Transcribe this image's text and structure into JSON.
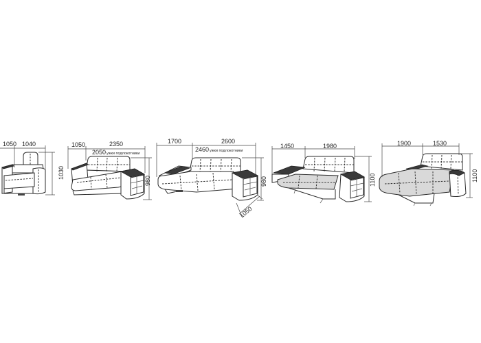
{
  "models": [
    {
      "id": "armchair",
      "dims": {
        "depth": "1050",
        "width": "1040",
        "height": "1030"
      }
    },
    {
      "id": "sofa",
      "dims": {
        "depth": "1050",
        "width": "2350",
        "inner": "2050",
        "inner_note": "ужки подлокотники",
        "height": "980"
      }
    },
    {
      "id": "corner-sofa",
      "dims": {
        "chaise": "1700",
        "width": "2600",
        "inner": "2460",
        "inner_note": "ужки подлокотники",
        "height": "980",
        "depth": "1050"
      }
    },
    {
      "id": "corner-sofa-bed",
      "dims": {
        "bed_left": "1450",
        "bed_right": "1980",
        "height": "1100"
      }
    },
    {
      "id": "sofa-bed",
      "dims": {
        "bed_left": "1900",
        "bed_right": "1530",
        "height": "1100"
      }
    }
  ],
  "colors": {
    "line": "#2a2a2a",
    "bed_fill": "#d9d9d9",
    "arm_top": "#3a3a3a"
  }
}
